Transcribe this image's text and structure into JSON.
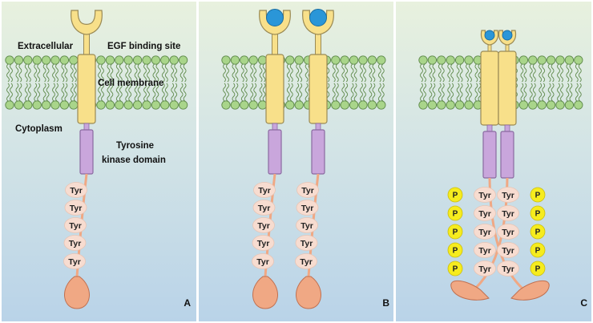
{
  "colors": {
    "panel_top": "#e8f1de",
    "panel_bottom": "#b9d3e8",
    "membrane_head": "#a9d58a",
    "receptor": "#f8e08a",
    "receptor_stroke": "#9a8a55",
    "kinase": "#c9a6dc",
    "kinase_stroke": "#8a6aa0",
    "tail": "#f0a884",
    "tail_stroke": "#c07050",
    "tyr_bead": "#f7dcd0",
    "ligand": "#2a96d8",
    "phosphate": "#f6ec1e"
  },
  "labels": {
    "extracellular": "Extracellular",
    "egf_binding_site": "EGF binding site",
    "cell_membrane": "Cell membrane",
    "cytoplasm": "Cytoplasm",
    "tyrosine": "Tyrosine",
    "kinase_domain": "kinase domain"
  },
  "tyr_label": "Tyr",
  "phosphate_label": "P",
  "panels": [
    {
      "letter": "A",
      "state": "unbound monomer"
    },
    {
      "letter": "B",
      "state": "ligand-bound receptors"
    },
    {
      "letter": "C",
      "state": "dimerized, autophosphorylated"
    }
  ]
}
